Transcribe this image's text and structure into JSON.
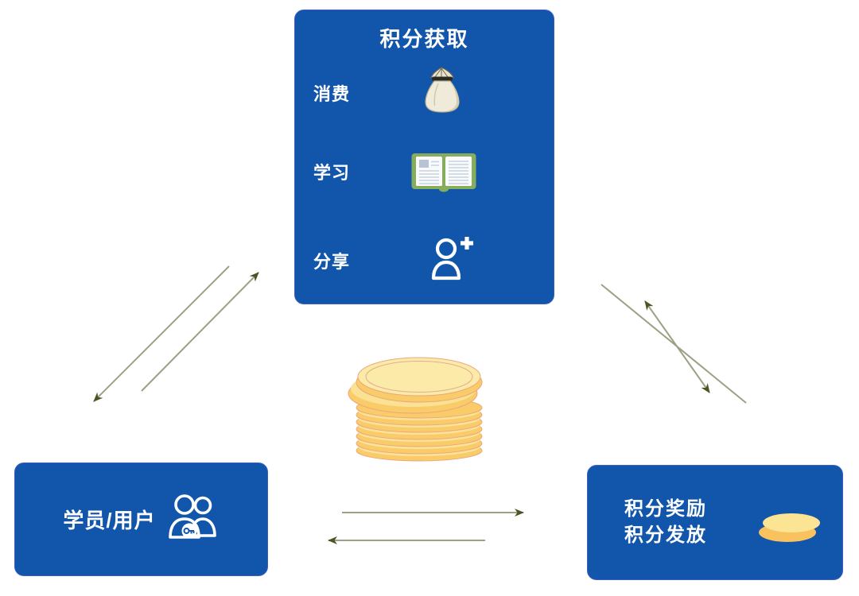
{
  "diagram": {
    "top_box": {
      "title": "积分获取",
      "items": [
        {
          "label": "消费",
          "icon": "money-bag-icon"
        },
        {
          "label": "学习",
          "icon": "open-book-icon"
        },
        {
          "label": "分享",
          "icon": "person-add-icon"
        }
      ]
    },
    "left_box": {
      "label": "学员/用户",
      "icon": "users-icon"
    },
    "right_box": {
      "line1": "积分奖励",
      "line2": "积分发放",
      "icon": "coins-icon"
    },
    "center_icon": "coin-stack-icon",
    "edges": [
      {
        "from": "积分获取",
        "to": "学员/用户",
        "style": "single-arrow"
      },
      {
        "from": "学员/用户",
        "to": "积分获取",
        "style": "single-arrow"
      },
      {
        "from": "积分获取",
        "to": "积分奖励/积分发放",
        "style": "plain-line"
      },
      {
        "from": "积分获取",
        "to": "积分奖励/积分发放",
        "style": "double-arrow"
      },
      {
        "from": "学员/用户",
        "to": "积分奖励/积分发放",
        "style": "single-arrow"
      },
      {
        "from": "积分奖励/积分发放",
        "to": "学员/用户",
        "style": "single-arrow"
      }
    ],
    "colors": {
      "box_blue": "#1156AB",
      "arrow_line": "#9AA184",
      "arrow_head": "#4A5522",
      "coin_cream": "#FCEBA8",
      "coin_gold": "#FACB69",
      "coin_outline": "#ECA57D",
      "book_green": "#87AC5C",
      "bag_beige": "#EFEAD9",
      "text_white": "#FFFFFF"
    }
  }
}
